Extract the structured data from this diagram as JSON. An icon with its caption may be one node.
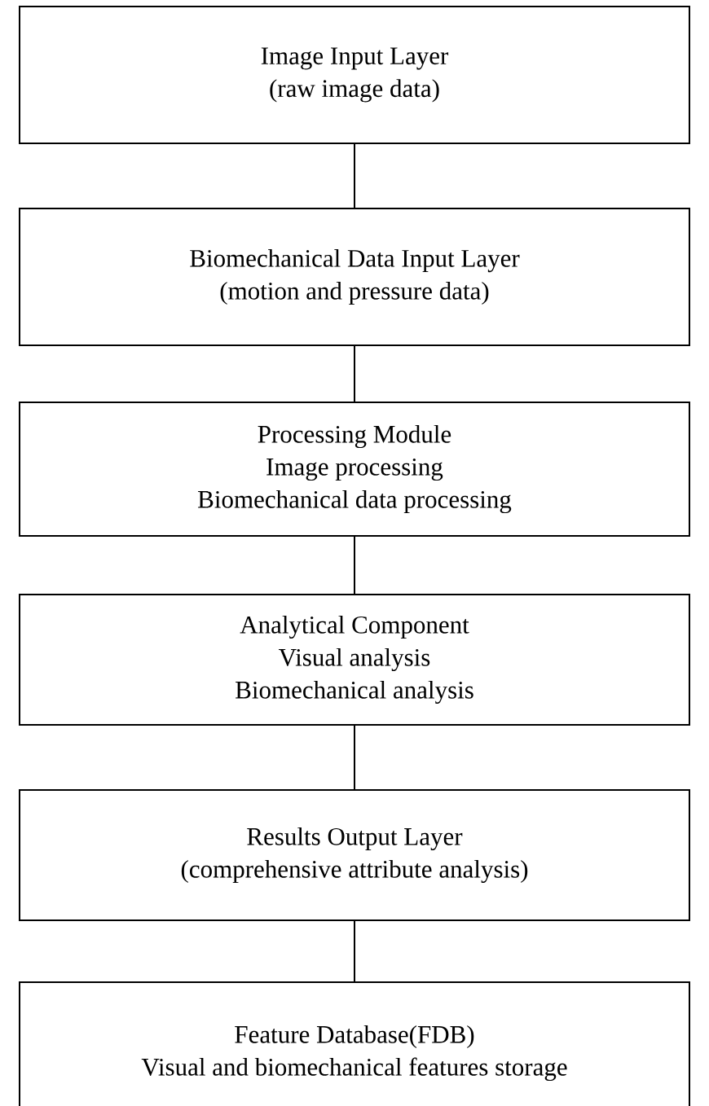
{
  "diagram": {
    "nodes": [
      {
        "text": [
          "Image Input Layer",
          "(raw image data)"
        ]
      },
      {
        "text": [
          "Biomechanical Data Input Layer",
          "(motion and pressure data)"
        ]
      },
      {
        "text": [
          "Processing Module",
          "Image processing",
          "Biomechanical data processing"
        ]
      },
      {
        "text": [
          "Analytical Component",
          "Visual analysis",
          "Biomechanical analysis"
        ]
      },
      {
        "text": [
          "Results Output Layer",
          "(comprehensive attribute analysis)"
        ]
      },
      {
        "text": [
          "Feature Database(FDB)",
          "Visual and biomechanical features storage"
        ]
      }
    ],
    "edges": [
      {
        "from": 0,
        "to": 1,
        "arrow": "none"
      },
      {
        "from": 1,
        "to": 2,
        "arrow": "none"
      },
      {
        "from": 2,
        "to": 3,
        "arrow": "none"
      },
      {
        "from": 3,
        "to": 4,
        "arrow": "none"
      },
      {
        "from": 4,
        "to": 5,
        "arrow": "none"
      }
    ]
  }
}
